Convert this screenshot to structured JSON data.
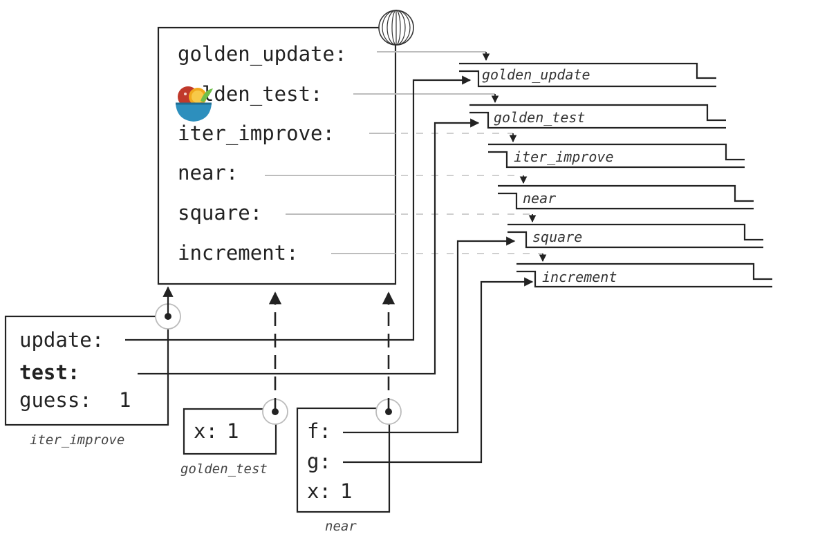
{
  "global_frame": {
    "bindings": [
      {
        "name": "golden_update:"
      },
      {
        "name": "golden_test:"
      },
      {
        "name": "iter_improve:"
      },
      {
        "name": "near:"
      },
      {
        "name": "square:"
      },
      {
        "name": "increment:"
      }
    ]
  },
  "function_objects": [
    {
      "name": "golden_update"
    },
    {
      "name": "golden_test"
    },
    {
      "name": "iter_improve"
    },
    {
      "name": "near"
    },
    {
      "name": "square"
    },
    {
      "name": "increment"
    }
  ],
  "frames": {
    "iter_improve": {
      "caption": "iter_improve",
      "bindings": [
        {
          "name": "update:",
          "value": ""
        },
        {
          "name": "test:",
          "value": ""
        },
        {
          "name": "guess:",
          "value": "1"
        }
      ]
    },
    "golden_test": {
      "caption": "golden_test",
      "bindings": [
        {
          "name": "x:",
          "value": "1"
        }
      ]
    },
    "near": {
      "caption": "near",
      "bindings": [
        {
          "name": "f:",
          "value": ""
        },
        {
          "name": "g:",
          "value": ""
        },
        {
          "name": "x:",
          "value": "1"
        }
      ]
    }
  },
  "colors": {
    "line": "#222222",
    "binding_line": "#bdbdbd"
  },
  "icons": [
    "globe-icon",
    "fruit-bowl-icon"
  ]
}
